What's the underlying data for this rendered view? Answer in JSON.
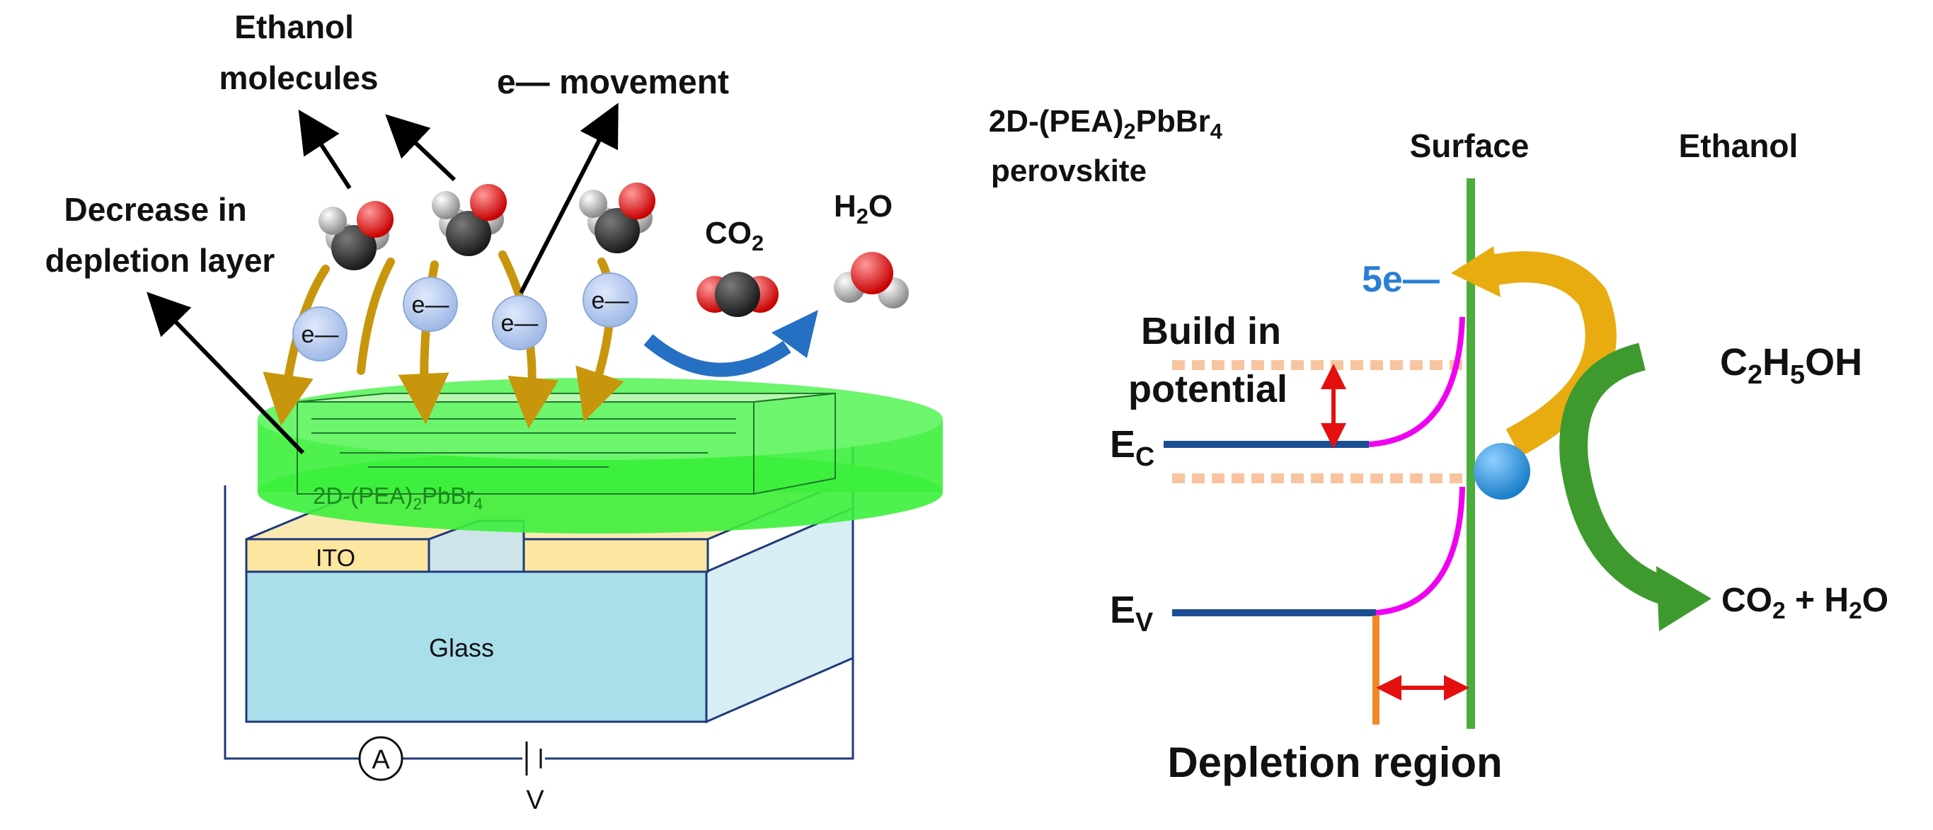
{
  "left_panel": {
    "ethanol_molecules_line1": "Ethanol",
    "ethanol_molecules_line2": "molecules",
    "electron_movement": "e— movement",
    "depletion_decrease_line1": "Decrease in",
    "depletion_decrease_line2": "depletion layer",
    "co2": "CO",
    "co2_sub": "2",
    "h2o_h": "H",
    "h2o_sub": "2",
    "h2o_o": "O",
    "electron": "e—",
    "perovskite_layer_prefix": "2D-(PEA)",
    "perovskite_layer_sub1": "2",
    "perovskite_layer_mid": "PbBr",
    "perovskite_layer_sub2": "4",
    "ito": "ITO",
    "glass": "Glass",
    "ammeter": "A",
    "voltage": "V"
  },
  "right_panel": {
    "material_line1_prefix": "2D-(PEA)",
    "material_line1_sub1": "2",
    "material_line1_mid": "PbBr",
    "material_line1_sub2": "4",
    "material_line2": "perovskite",
    "surface": "Surface",
    "ethanol": "Ethanol",
    "electrons": "5e—",
    "build_in_line1": "Build in",
    "build_in_line2": "potential",
    "ec_main": "E",
    "ec_sub": "C",
    "ev_main": "E",
    "ev_sub": "V",
    "ethanol_formula_c": "C",
    "ethanol_formula_c_sub": "2",
    "ethanol_formula_h": "H",
    "ethanol_formula_h_sub": "5",
    "ethanol_formula_oh": "OH",
    "products_co": "CO",
    "products_co_sub": "2",
    "products_plus_h": " + H",
    "products_h_sub": "2",
    "products_o": "O",
    "depletion_region": "Depletion region"
  },
  "colors": {
    "perovskite_green": "#3cf03c",
    "glass_blue": "#aadfea",
    "ito_yellow": "#fde6a0",
    "band_blue": "#1c4e94",
    "band_bend_magenta": "#f000f0",
    "surface_green": "#4cac3c",
    "arrow_orange": "#e8ac10",
    "arrow_green": "#3e9a2e",
    "electron_blue": "#2a7fd4",
    "red_arrow": "#e41010",
    "dotted_orange": "#f8c4a0"
  }
}
